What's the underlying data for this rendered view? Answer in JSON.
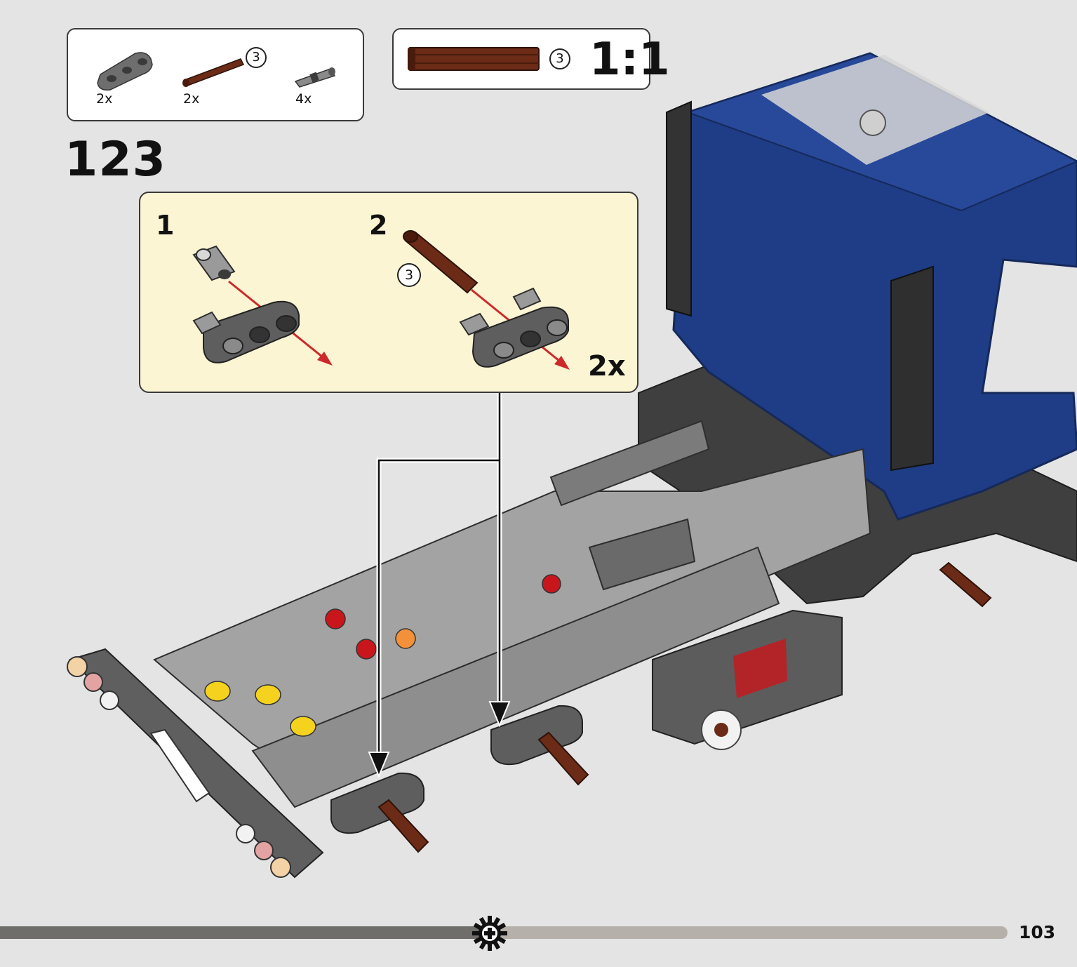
{
  "parts_list": {
    "items": [
      {
        "name": "liftarm-3-module",
        "quantity": "2x"
      },
      {
        "name": "axle-3-module",
        "quantity": "2x",
        "length_marker": "3"
      },
      {
        "name": "axle-pin-connector",
        "quantity": "4x"
      }
    ]
  },
  "scale_reference": {
    "length_marker": "3",
    "ratio": "1:1"
  },
  "step": {
    "number": "123",
    "substeps": [
      {
        "number": "1"
      },
      {
        "number": "2",
        "length_marker": "3"
      }
    ],
    "multiplier": "2x"
  },
  "footer": {
    "page_number": "103"
  },
  "colors": {
    "background": "#e4e4e4",
    "callout_background": "#fbf5d4",
    "axle_brown": "#6b2b16",
    "cab_blue": "#1f3d86",
    "frame_gray": "#9d9d9d",
    "dark_gray": "#616161",
    "arrow_red": "#cc2a2a",
    "progress_dark": "#6f6e6a",
    "progress_light": "#b5b0aa"
  }
}
